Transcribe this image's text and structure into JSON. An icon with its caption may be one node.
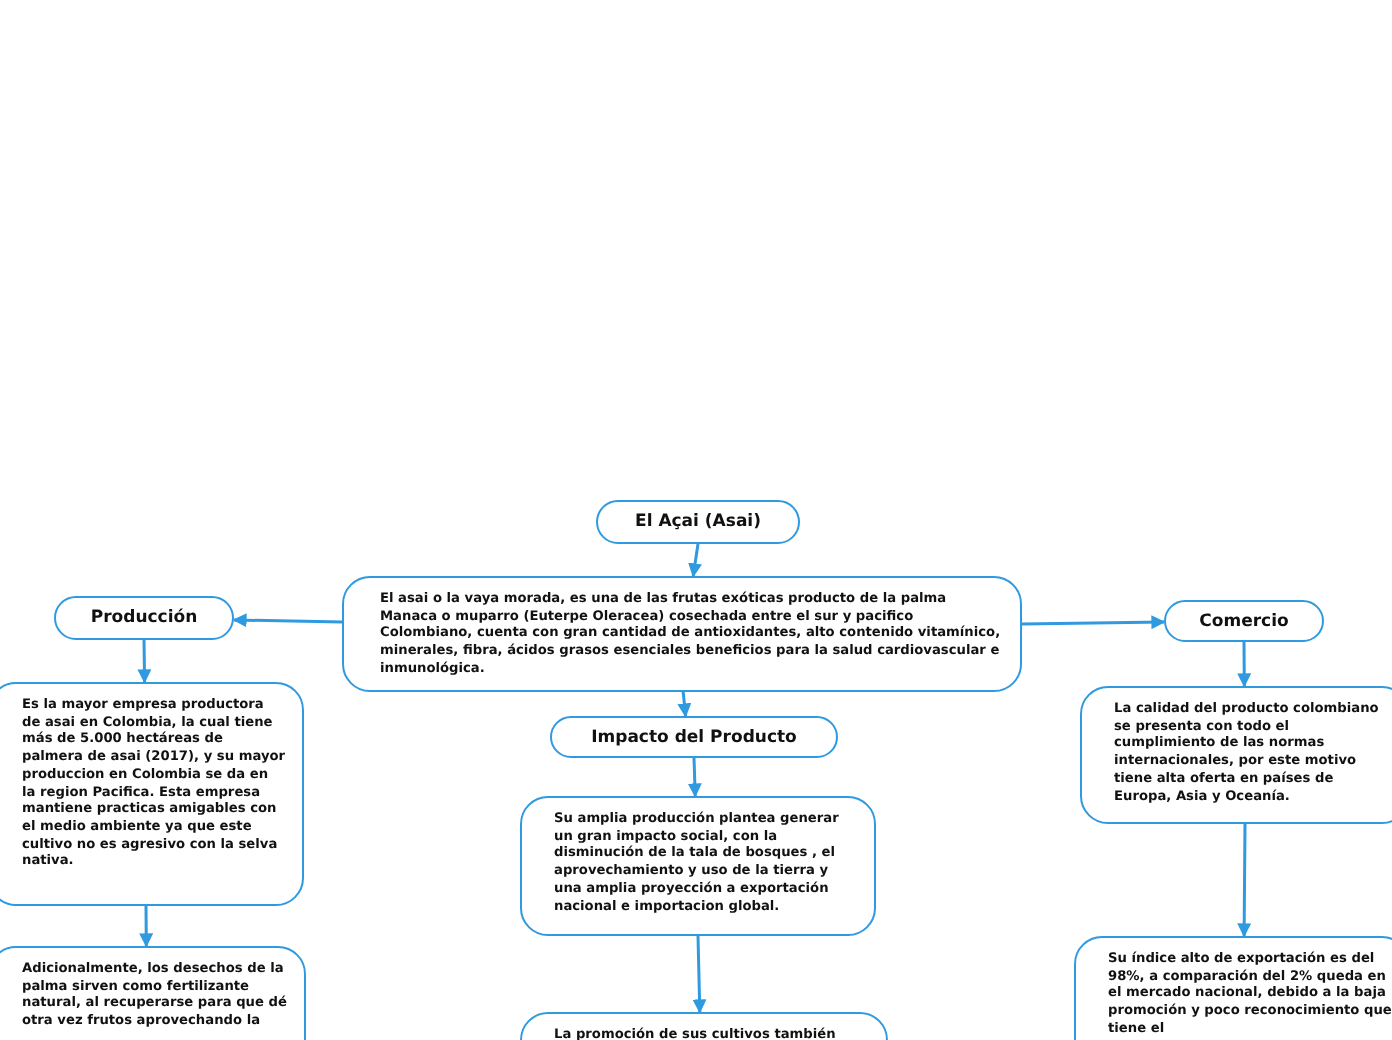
{
  "diagram": {
    "nodes": [
      {
        "text": [
          "El Açai (Asai)"
        ]
      },
      {
        "text": [
          "El asai o la vaya morada, es una de las frutas exóticas producto de la palma Manaca o muparro (Euterpe Oleracea) cosechada entre el sur y pacifico Colombiano, cuenta con gran cantidad de  antioxidantes, alto contenido vitamínico, minerales, fibra, ácidos grasos esenciales  beneficios para la salud cardiovascular e inmunológica."
        ]
      },
      {
        "text": [
          "Producción"
        ]
      },
      {
        "text": [
          "Impacto del Producto"
        ]
      },
      {
        "text": [
          "Comercio"
        ]
      },
      {
        "text": [
          "Es la mayor empresa productora de asai en Colombia, la cual tiene más de 5.000 hectáreas de palmera de asai (2017), y su mayor produccion en Colombia se da en la region Pacifica. Esta empresa mantiene practicas amigables con el medio ambiente ya que este cultivo no es agresivo con la selva nativa."
        ]
      },
      {
        "text": [
          "Adicionalmente, los desechos de la palma sirven como fertilizante natural, al recuperarse para que dé otra vez frutos aprovechando la"
        ]
      },
      {
        "text": [
          "Su amplia producción plantea generar un gran impacto social, con la disminución de la tala de bosques ,  el aprovechamiento y uso de la tierra y una amplia proyección a exportación nacional e importacion global."
        ]
      },
      {
        "text": [
          "La promoción de sus cultivos también"
        ]
      },
      {
        "text": [
          "La calidad del producto colombiano se presenta con todo el cumplimiento de las normas internacionales, por este motivo tiene alta oferta en países de  Europa, Asia y Oceanía."
        ]
      },
      {
        "text": [
          "Su índice alto de exportación es del 98%,  a comparación del  2% queda en el mercado nacional, debido a la baja promoción y poco reconocimiento que tiene el"
        ]
      }
    ],
    "edges": [
      {
        "from": 0,
        "to": 1,
        "arrow": "to"
      },
      {
        "from": 1,
        "to": 2,
        "arrow": "to"
      },
      {
        "from": 1,
        "to": 4,
        "arrow": "to"
      },
      {
        "from": 1,
        "to": 3,
        "arrow": "to"
      },
      {
        "from": 2,
        "to": 5,
        "arrow": "to"
      },
      {
        "from": 5,
        "to": 6,
        "arrow": "to"
      },
      {
        "from": 3,
        "to": 7,
        "arrow": "to"
      },
      {
        "from": 7,
        "to": 8,
        "arrow": "to"
      },
      {
        "from": 4,
        "to": 9,
        "arrow": "to"
      },
      {
        "from": 9,
        "to": 10,
        "arrow": "to"
      }
    ]
  }
}
